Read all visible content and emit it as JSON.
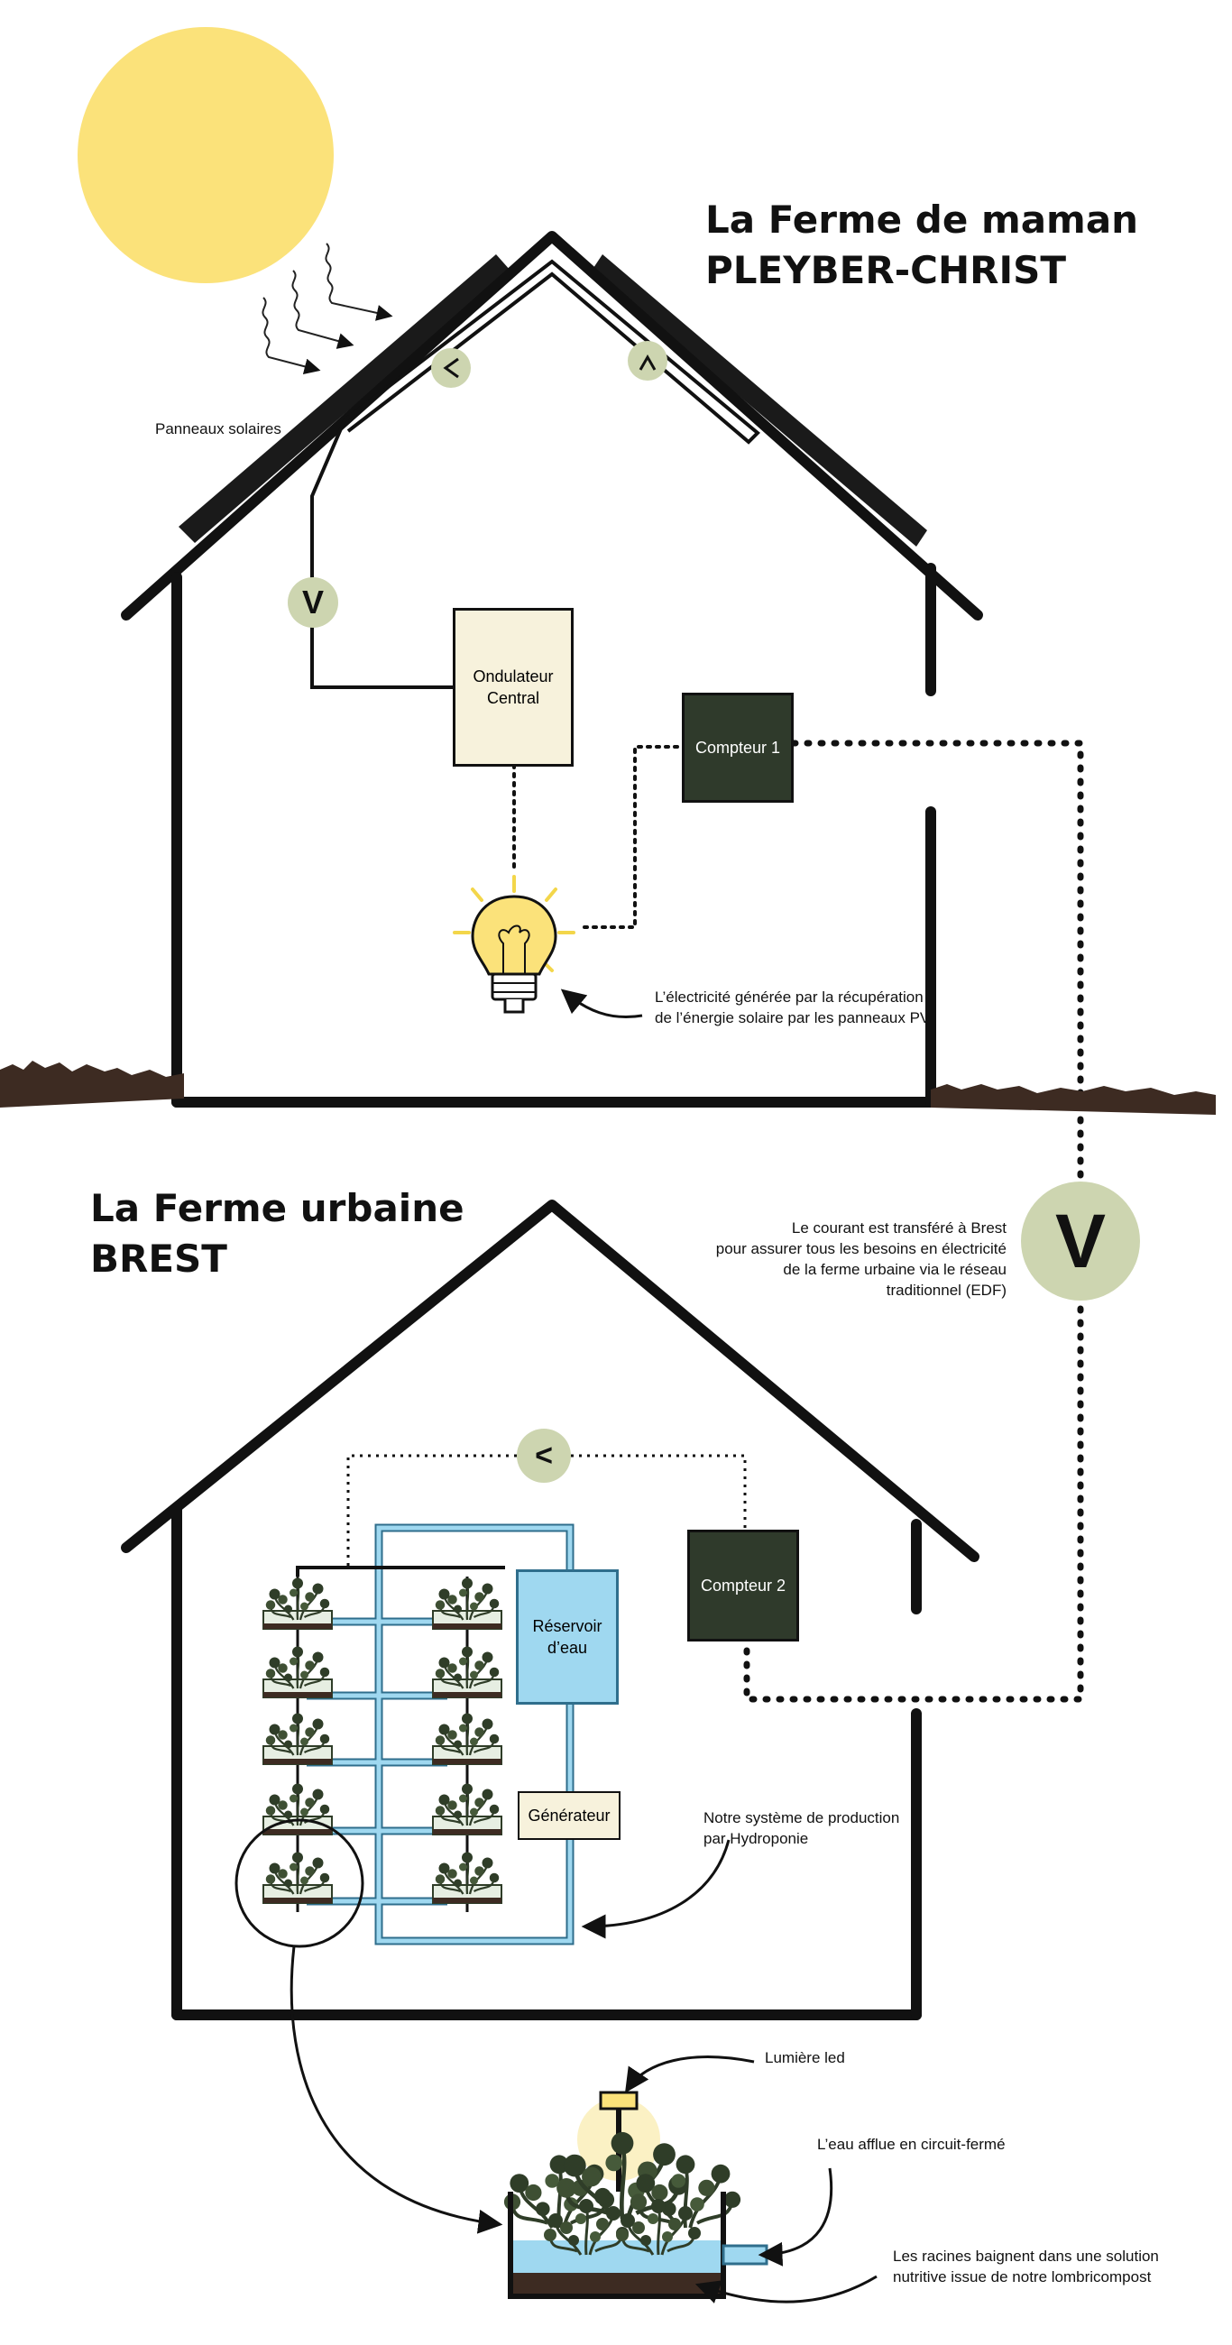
{
  "titles": {
    "top_line1": "La Ferme de maman",
    "top_line2": "PLEYBER-CHRIST",
    "bottom_line1": "La Ferme urbaine",
    "bottom_line2": "BREST"
  },
  "labels": {
    "solar_panels": "Panneaux solaires",
    "inverter_line1": "Ondulateur",
    "inverter_line2": "Central",
    "meter1": "Compteur 1",
    "meter2": "Compteur 2",
    "bulb_note_line1": "L’électricité générée par la récupération",
    "bulb_note_line2": "de l’énergie solaire par les panneaux PV",
    "transfer_line1": "Le courant est transféré à Brest",
    "transfer_line2": "pour assurer tous les besoins en électricité",
    "transfer_line3": "de la ferme urbaine via le réseau",
    "transfer_line4": "traditionnel (EDF)",
    "tank_line1": "Réservoir",
    "tank_line2": "d’eau",
    "generator": "Générateur",
    "hydro_line1": "Notre système de production",
    "hydro_line2": "par Hydroponie",
    "led": "Lumière led",
    "water_loop": "L’eau afflue en circuit-fermé",
    "roots_line1": "Les racines baignent dans une solution",
    "roots_line2": "nutritive issue de notre lombricompost"
  },
  "symbols": {
    "arrow_down": "V",
    "arrow_left": "<"
  },
  "colors": {
    "sun": "#fbe27a",
    "house_outline": "#111111",
    "inverter_fill": "#f7f2dc",
    "meter_fill": "#2f3a2b",
    "arrow_circle": "#cdd5b0",
    "water": "#9fd8f0",
    "soil": "#3d2b22",
    "plant": "#2f3d28"
  },
  "icons": [
    "sun-icon",
    "lightbulb-icon",
    "plant-icon",
    "led-lamp-icon"
  ]
}
